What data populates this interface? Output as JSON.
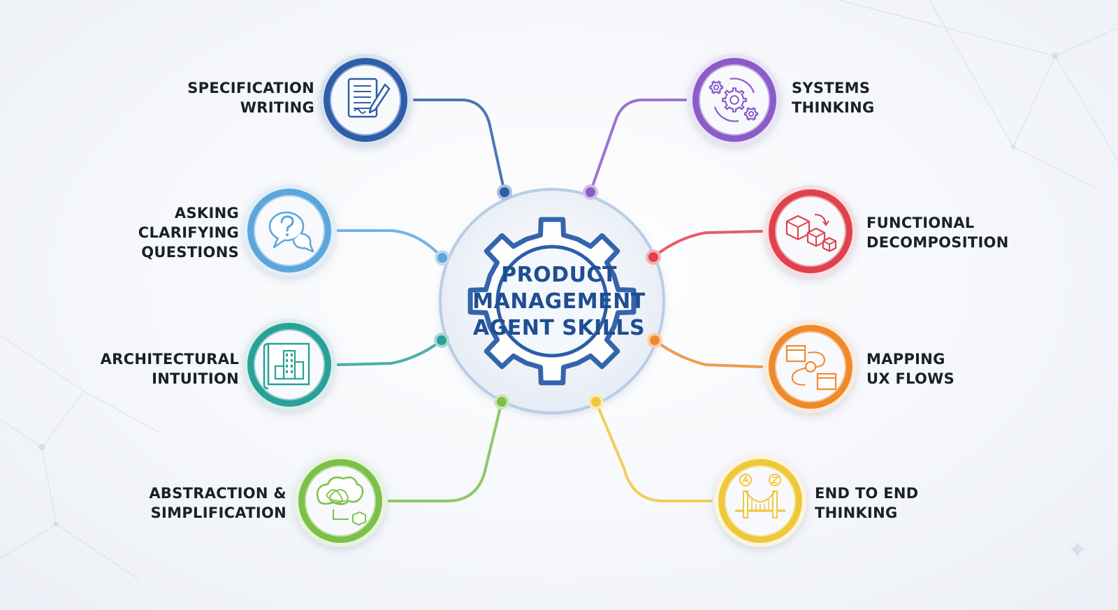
{
  "hub": {
    "title_lines": [
      "PRODUCT",
      "MANAGEMENT",
      "AGENT SKILLS"
    ],
    "icon": "gear-icon",
    "color": "#2a5da8"
  },
  "skills": [
    {
      "id": "specification-writing",
      "lines": [
        "SPECIFICATION",
        "WRITING"
      ],
      "icon": "document-pen-icon",
      "color": "#2f5ea8"
    },
    {
      "id": "asking-clarifying-questions",
      "lines": [
        "ASKING",
        "CLARIFYING",
        "QUESTIONS"
      ],
      "icon": "question-bubbles-icon",
      "color": "#5ca6dc"
    },
    {
      "id": "architectural-intuition",
      "lines": [
        "ARCHITECTURAL",
        "INTUITION"
      ],
      "icon": "blueprint-building-icon",
      "color": "#2aa198"
    },
    {
      "id": "abstraction-simplification",
      "lines": [
        "ABSTRACTION &",
        "SIMPLIFICATION"
      ],
      "icon": "tangle-to-cube-icon",
      "color": "#7cc04a"
    },
    {
      "id": "systems-thinking",
      "lines": [
        "SYSTEMS",
        "THINKING"
      ],
      "icon": "gears-cycle-icon",
      "color": "#8a5cc8"
    },
    {
      "id": "functional-decomposition",
      "lines": [
        "FUNCTIONAL",
        "DECOMPOSITION"
      ],
      "icon": "cubes-decompose-icon",
      "color": "#e0414f"
    },
    {
      "id": "mapping-ux-flows",
      "lines": [
        "MAPPING",
        "UX FLOWS"
      ],
      "icon": "flow-screens-icon",
      "color": "#ef8a2c"
    },
    {
      "id": "end-to-end-thinking",
      "lines": [
        "END TO END",
        "THINKING"
      ],
      "icon": "a-to-z-bridge-icon",
      "color": "#f0c73a"
    }
  ]
}
